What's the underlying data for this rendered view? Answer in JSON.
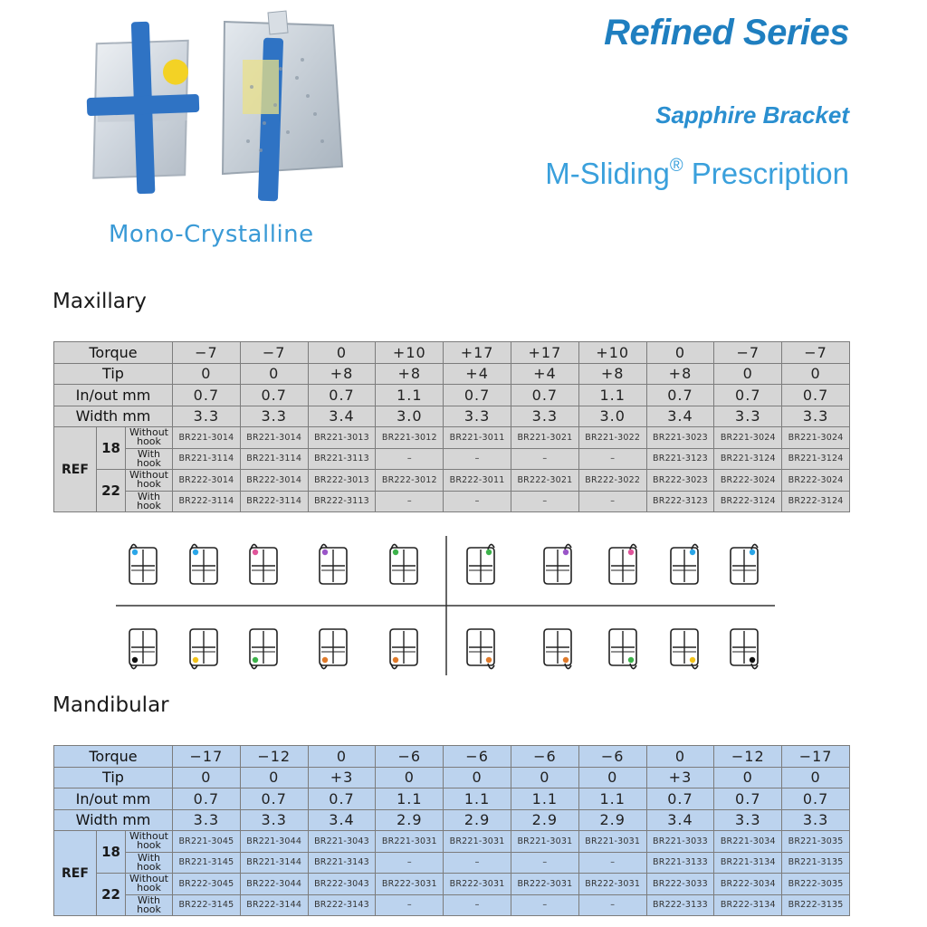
{
  "header": {
    "series_title": "Refined Series",
    "product_type": "Sapphire Bracket",
    "prescription_name": "M-Sliding",
    "prescription_mark": "®",
    "prescription_suffix": " Prescription"
  },
  "product": {
    "caption": "Mono-Crystalline",
    "colors": {
      "slot": "#2f73c4",
      "dot": "#f3d225",
      "body": "#d9dee4"
    }
  },
  "maxillary": {
    "label": "Maxillary",
    "row_labels": {
      "torque": "Torque",
      "tip": "Tip",
      "inout": "In/out mm",
      "width": "Width mm",
      "ref": "REF"
    },
    "torque": [
      "−7",
      "−7",
      "0",
      "+10",
      "+17",
      "+17",
      "+10",
      "0",
      "−7",
      "−7"
    ],
    "tip": [
      "0",
      "0",
      "+8",
      "+8",
      "+4",
      "+4",
      "+8",
      "+8",
      "0",
      "0"
    ],
    "inout": [
      "0.7",
      "0.7",
      "0.7",
      "1.1",
      "0.7",
      "0.7",
      "1.1",
      "0.7",
      "0.7",
      "0.7"
    ],
    "width": [
      "3.3",
      "3.3",
      "3.4",
      "3.0",
      "3.3",
      "3.3",
      "3.0",
      "3.4",
      "3.3",
      "3.3"
    ],
    "wire_18": "18",
    "wire_22": "22",
    "without_hook_a": "Without",
    "without_hook_b": "hook",
    "with_hook_a": "With",
    "with_hook_b": "hook",
    "ref_18_without": [
      "BR221-3014",
      "BR221-3014",
      "BR221-3013",
      "BR221-3012",
      "BR221-3011",
      "BR221-3021",
      "BR221-3022",
      "BR221-3023",
      "BR221-3024",
      "BR221-3024"
    ],
    "ref_18_with": [
      "BR221-3114",
      "BR221-3114",
      "BR221-3113",
      "–",
      "–",
      "–",
      "–",
      "BR221-3123",
      "BR221-3124",
      "BR221-3124"
    ],
    "ref_22_without": [
      "BR222-3014",
      "BR222-3014",
      "BR222-3013",
      "BR222-3012",
      "BR222-3011",
      "BR222-3021",
      "BR222-3022",
      "BR222-3023",
      "BR222-3024",
      "BR222-3024"
    ],
    "ref_22_with": [
      "BR222-3114",
      "BR222-3114",
      "BR222-3113",
      "–",
      "–",
      "–",
      "–",
      "BR222-3123",
      "BR222-3124",
      "BR222-3124"
    ]
  },
  "mandibular": {
    "label": "Mandibular",
    "row_labels": {
      "torque": "Torque",
      "tip": "Tip",
      "inout": "In/out mm",
      "width": "Width mm",
      "ref": "REF"
    },
    "torque": [
      "−17",
      "−12",
      "0",
      "−6",
      "−6",
      "−6",
      "−6",
      "0",
      "−12",
      "−17"
    ],
    "tip": [
      "0",
      "0",
      "+3",
      "0",
      "0",
      "0",
      "0",
      "+3",
      "0",
      "0"
    ],
    "inout": [
      "0.7",
      "0.7",
      "0.7",
      "1.1",
      "1.1",
      "1.1",
      "1.1",
      "0.7",
      "0.7",
      "0.7"
    ],
    "width": [
      "3.3",
      "3.3",
      "3.4",
      "2.9",
      "2.9",
      "2.9",
      "2.9",
      "3.4",
      "3.3",
      "3.3"
    ],
    "wire_18": "18",
    "wire_22": "22",
    "without_hook_a": "Without",
    "without_hook_b": "hook",
    "with_hook_a": "With",
    "with_hook_b": "hook",
    "ref_18_without": [
      "BR221-3045",
      "BR221-3044",
      "BR221-3043",
      "BR221-3031",
      "BR221-3031",
      "BR221-3031",
      "BR221-3031",
      "BR221-3033",
      "BR221-3034",
      "BR221-3035"
    ],
    "ref_18_with": [
      "BR221-3145",
      "BR221-3144",
      "BR221-3143",
      "–",
      "–",
      "–",
      "–",
      "BR221-3133",
      "BR221-3134",
      "BR221-3135"
    ],
    "ref_22_without": [
      "BR222-3045",
      "BR222-3044",
      "BR222-3043",
      "BR222-3031",
      "BR222-3031",
      "BR222-3031",
      "BR222-3031",
      "BR222-3033",
      "BR222-3034",
      "BR222-3035"
    ],
    "ref_22_with": [
      "BR222-3145",
      "BR222-3144",
      "BR222-3143",
      "–",
      "–",
      "–",
      "–",
      "BR222-3133",
      "BR222-3134",
      "BR222-3135"
    ]
  },
  "diagram": {
    "upper_dot_colors": [
      "#2aa6e8",
      "#2aa6e8",
      "#e0559a",
      "#9a55c8",
      "#3cb24a",
      "#3cb24a",
      "#9a55c8",
      "#e0559a",
      "#2aa6e8",
      "#2aa6e8"
    ],
    "lower_dot_colors": [
      "#111111",
      "#f2c21a",
      "#3cb24a",
      "#e07a2a",
      "#e07a2a",
      "#e07a2a",
      "#e07a2a",
      "#3cb24a",
      "#f2c21a",
      "#111111"
    ]
  }
}
